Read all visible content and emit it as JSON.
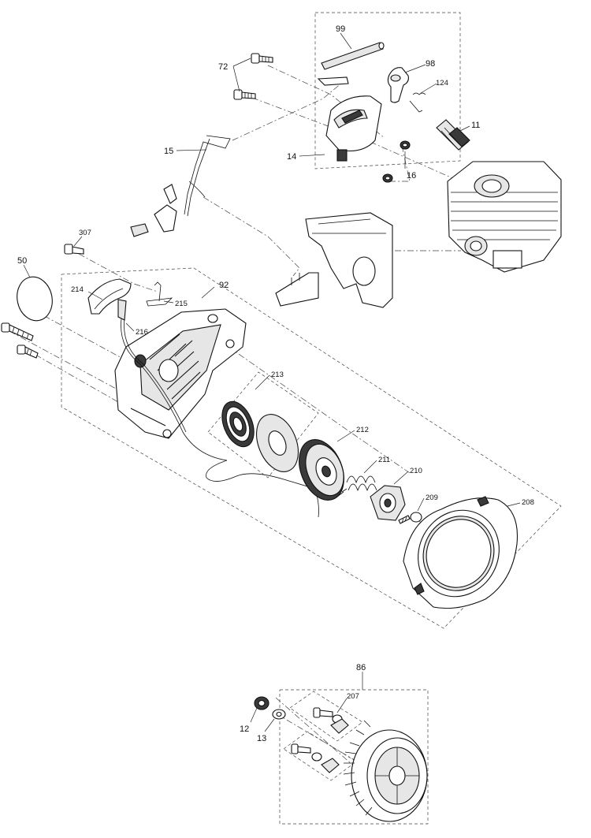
{
  "labels": {
    "l99": "99",
    "l98": "98",
    "l124": "124",
    "l72": "72",
    "l11": "11",
    "l15": "15",
    "l14": "14",
    "l16": "16",
    "l307": "307",
    "l50": "50",
    "l92": "92",
    "l214": "214",
    "l215": "215",
    "l216": "216",
    "l213": "213",
    "l212": "212",
    "l211": "211",
    "l210": "210",
    "l209": "209",
    "l208": "208",
    "l86": "86",
    "l207": "207",
    "l12": "12",
    "l13": "13"
  }
}
